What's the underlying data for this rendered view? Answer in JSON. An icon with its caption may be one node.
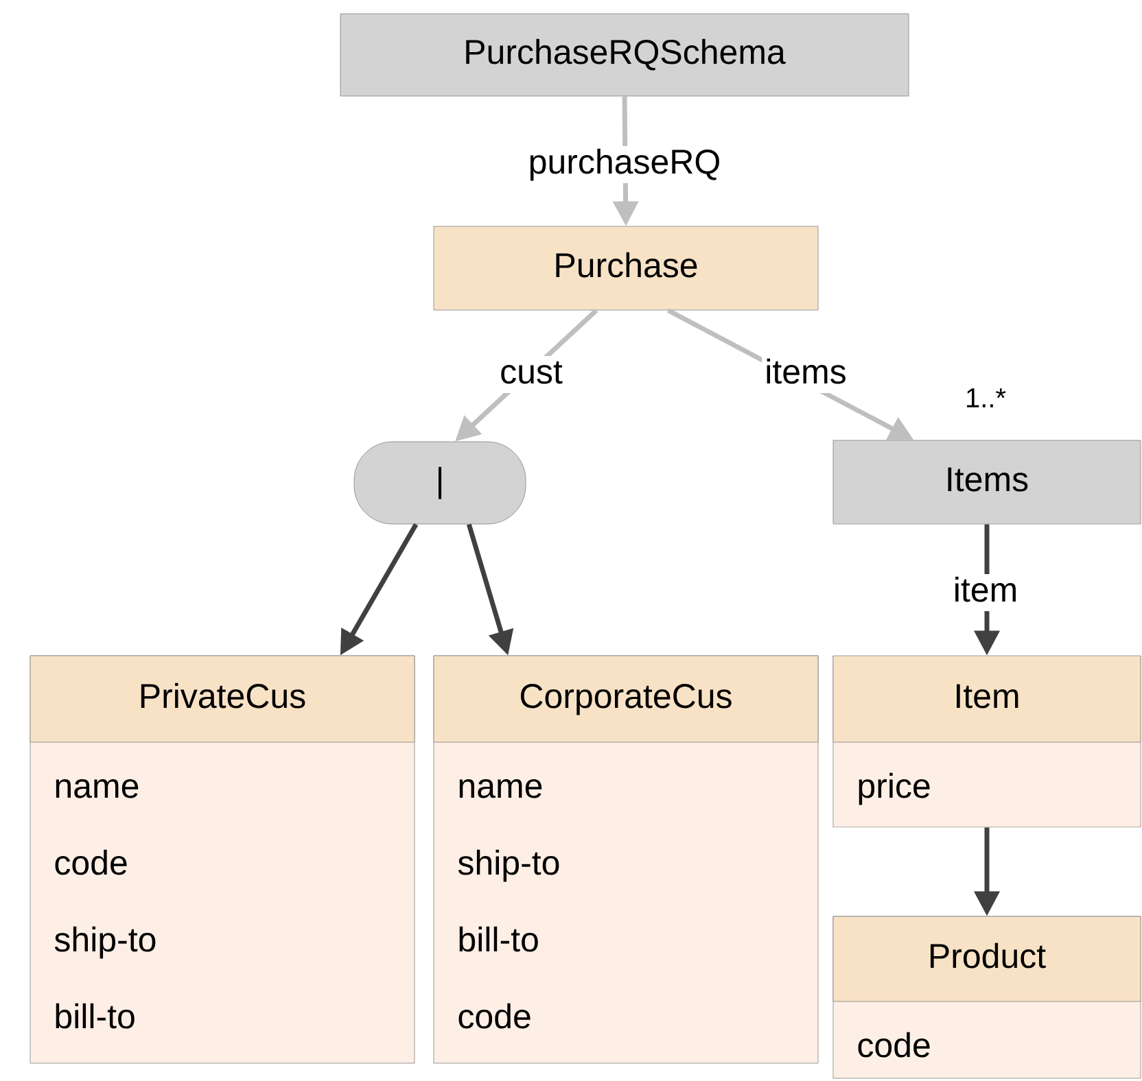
{
  "diagram": {
    "nodes": [
      {
        "text": [
          "PurchaseRQSchema"
        ]
      },
      {
        "text": [
          "Purchase"
        ]
      },
      {
        "text": [
          "|"
        ]
      },
      {
        "text": [
          "Items"
        ]
      },
      {
        "text": [
          "PrivateCus",
          "name",
          "code",
          "ship-to",
          "bill-to"
        ]
      },
      {
        "text": [
          "CorporateCus",
          "name",
          "ship-to",
          "bill-to",
          "code"
        ]
      },
      {
        "text": [
          "Item",
          "price"
        ]
      },
      {
        "text": [
          "Product",
          "code"
        ]
      }
    ],
    "edges": [
      {
        "from": 0,
        "to": 1,
        "arrow": "to",
        "label": "purchaseRQ",
        "color": "#bfbfbf"
      },
      {
        "from": 1,
        "to": 2,
        "arrow": "to",
        "label": "cust",
        "color": "#bfbfbf"
      },
      {
        "from": 1,
        "to": 3,
        "arrow": "to",
        "label": "items",
        "color": "#bfbfbf"
      },
      {
        "from": 2,
        "to": 4,
        "arrow": "to"
      },
      {
        "from": 2,
        "to": 5,
        "arrow": "to"
      },
      {
        "from": 3,
        "to": 6,
        "arrow": "to",
        "label": "item"
      },
      {
        "from": 6,
        "to": 7,
        "arrow": "to"
      }
    ],
    "labels": [
      "1..*"
    ]
  }
}
